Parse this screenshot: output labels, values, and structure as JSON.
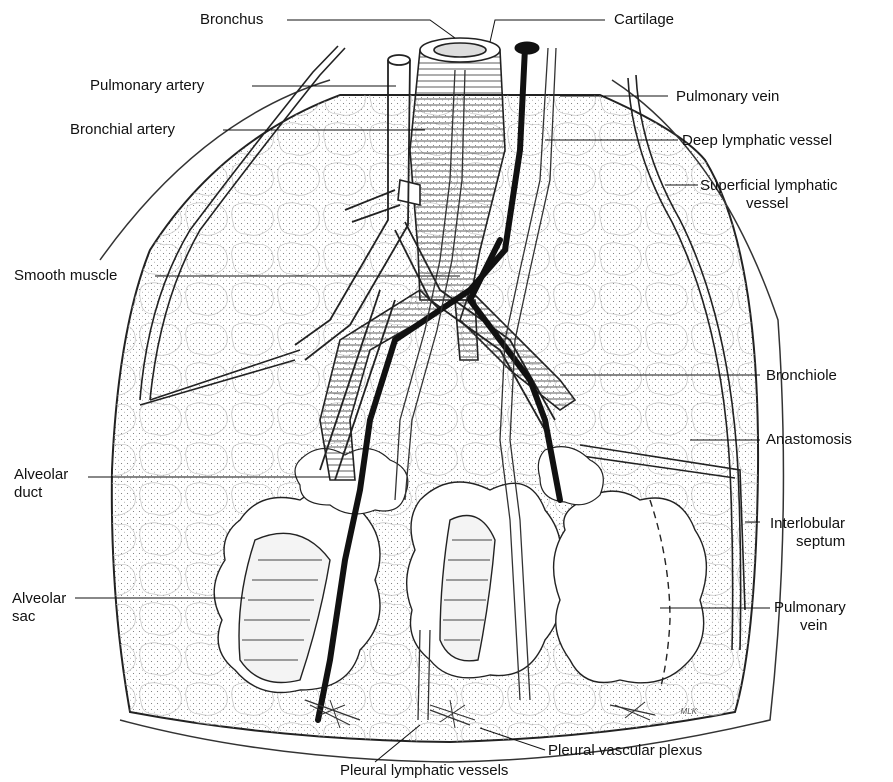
{
  "labels": {
    "bronchus": "Bronchus",
    "cartilage": "Cartilage",
    "pulmonary_artery": "Pulmonary artery",
    "pulmonary_vein_top": "Pulmonary vein",
    "bronchial_artery": "Bronchial artery",
    "deep_lymphatic": "Deep lymphatic vessel",
    "superficial_lymphatic_1": "Superficial lymphatic",
    "superficial_lymphatic_2": "vessel",
    "smooth_muscle": "Smooth muscle",
    "bronchiole": "Bronchiole",
    "anastomosis": "Anastomosis",
    "alveolar_duct_1": "Alveolar",
    "alveolar_duct_2": "duct",
    "interlobular_1": "Interlobular",
    "interlobular_2": "septum",
    "alveolar_sac_1": "Alveolar",
    "alveolar_sac_2": "sac",
    "pulmonary_vein_bottom_1": "Pulmonary",
    "pulmonary_vein_bottom_2": "vein",
    "pleural_vascular": "Pleural vascular plexus",
    "pleural_lymphatic": "Pleural lymphatic vessels"
  },
  "signature": "MLK",
  "colors": {
    "ink": "#111111",
    "paper": "#ffffff",
    "vein": "#1a1a1a"
  }
}
